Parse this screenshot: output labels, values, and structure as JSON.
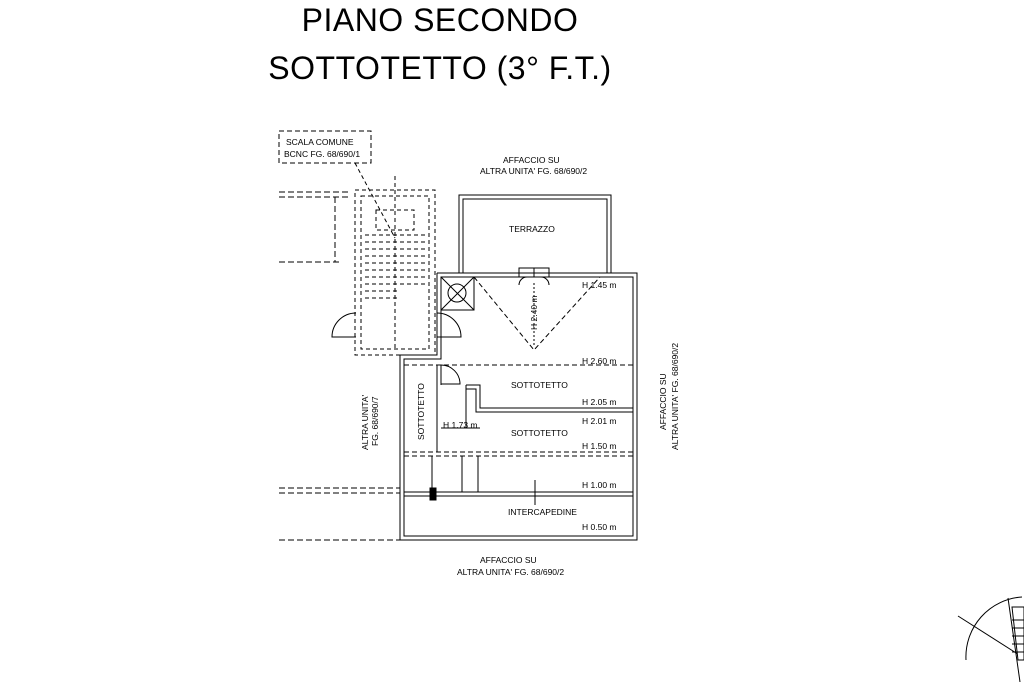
{
  "title": {
    "line1": "PIANO SECONDO",
    "line2": "SOTTOTETTO (3° F.T.)"
  },
  "labels": {
    "scala_line1": "SCALA COMUNE",
    "scala_line2": "BCNC FG. 68/690/1",
    "affaccio_top_line1": "AFFACCIO SU",
    "affaccio_top_line2": "ALTRA UNITA' FG. 68/690/2",
    "affaccio_bottom_line1": "AFFACCIO SU",
    "affaccio_bottom_line2": "ALTRA UNITA' FG. 68/690/2",
    "affaccio_right_line1": "AFFACCIO SU",
    "affaccio_right_line2": "ALTRA UNITA' FG. 68/690/2",
    "altra_left_line1": "ALTRA UNITA'",
    "altra_left_line2": "FG. 68/690/7",
    "terrazzo": "TERRAZZO",
    "sottotetto_1": "SOTTOTETTO",
    "sottotetto_2": "SOTTOTETTO",
    "sottotetto_vertical": "SOTTOTETTO",
    "intercapedine": "INTERCAPEDINE"
  },
  "heights": {
    "h145": "H 1.45 m",
    "h240": "H 2.40 m",
    "h260": "H 2.60 m",
    "h205": "H 2.05 m",
    "h201": "H 2.01 m",
    "h173": "H 1.73 m",
    "h150": "H 1.50 m",
    "h100": "H 1.00 m",
    "h050": "H 0.50 m"
  }
}
